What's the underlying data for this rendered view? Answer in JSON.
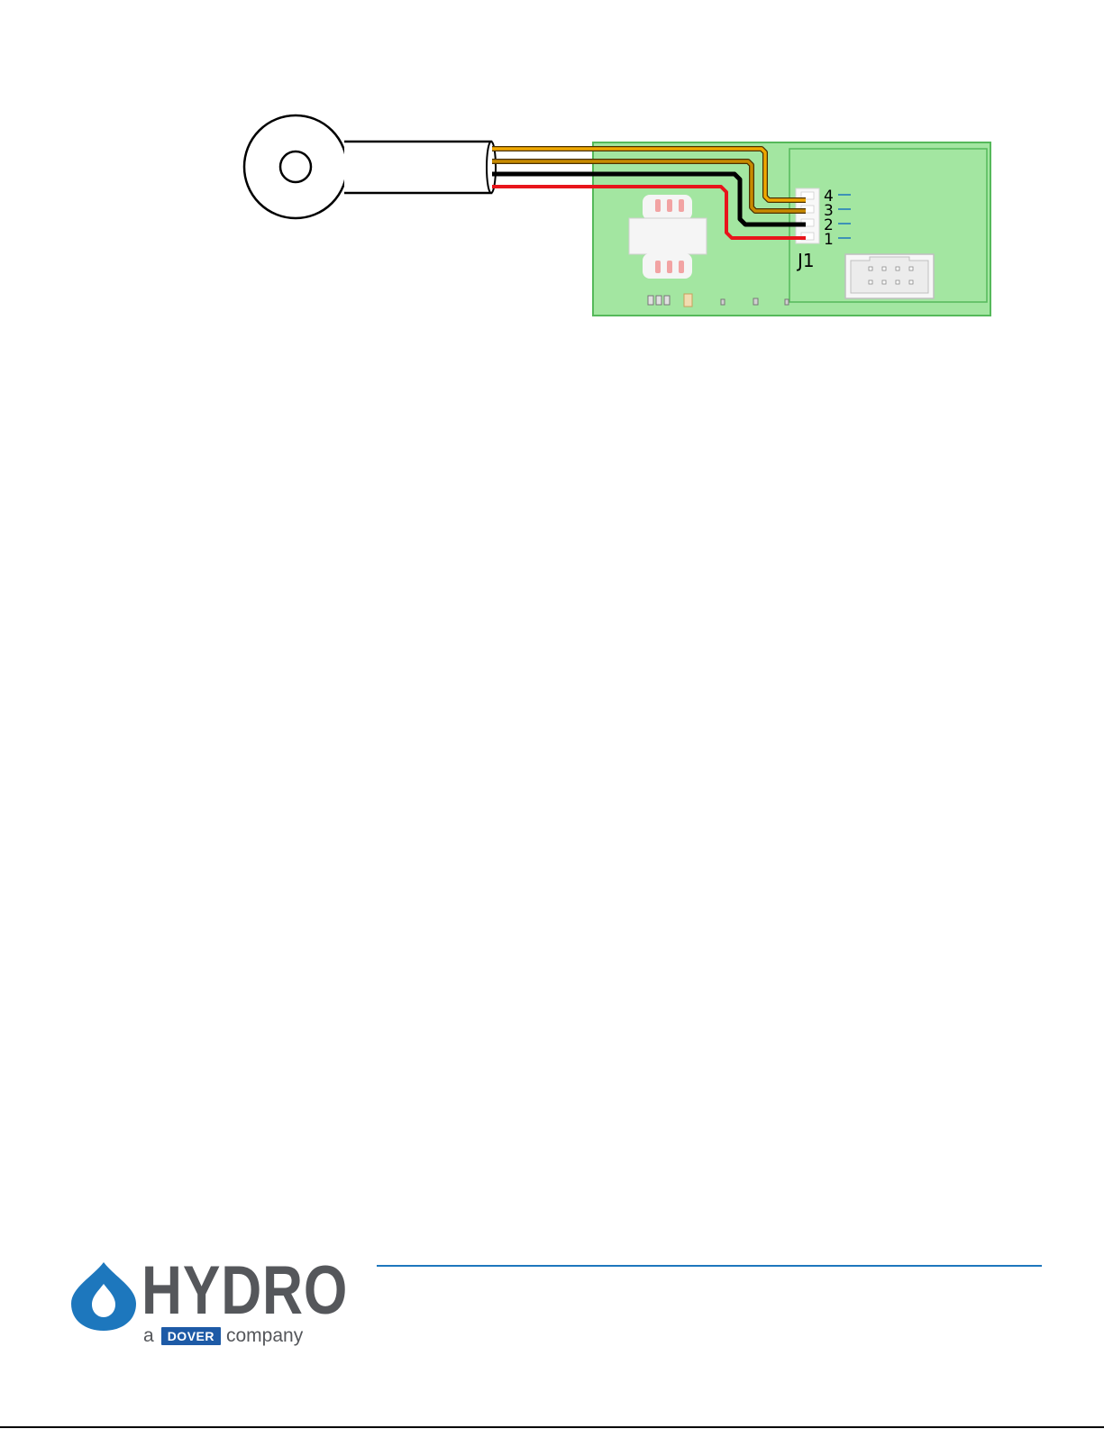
{
  "diagram": {
    "pins": [
      "4",
      "3",
      "2",
      "1"
    ],
    "connector_label": "J1",
    "wires": [
      {
        "color": "#f0a800",
        "pin": "4"
      },
      {
        "color": "#c88a00",
        "pin": "3"
      },
      {
        "color": "#000000",
        "pin": "2"
      },
      {
        "color": "#e8141b",
        "pin": "1"
      }
    ],
    "colors": {
      "board": "#a3e6a1",
      "board_edge": "#55b95a",
      "pin_tick": "#1d77bd"
    }
  },
  "footer": {
    "brand": "HYDRO",
    "tagline_prefix": "a",
    "tagline_badge": "DOVER",
    "tagline_suffix": "company",
    "colors": {
      "rule": "#1d77bd",
      "drop": "#1d77bd",
      "wordmark": "#55575b"
    }
  }
}
